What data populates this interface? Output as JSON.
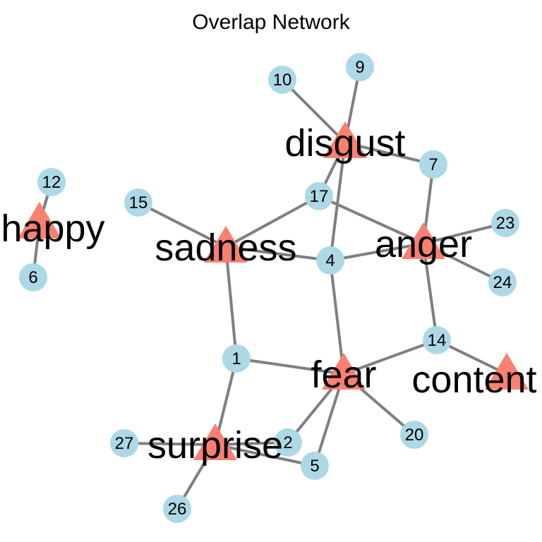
{
  "title": "Overlap Network",
  "colors": {
    "background": "#ffffff",
    "edge": "#7f7f7f",
    "emotion_node": "#fa8072",
    "number_node": "#add8e6",
    "label": "#000000"
  },
  "emotion_nodes": [
    {
      "id": "happy",
      "label": "happy"
    },
    {
      "id": "disgust",
      "label": "disgust"
    },
    {
      "id": "sadness",
      "label": "sadness"
    },
    {
      "id": "anger",
      "label": "anger"
    },
    {
      "id": "fear",
      "label": "fear"
    },
    {
      "id": "content",
      "label": "content"
    },
    {
      "id": "surprise",
      "label": "surprise"
    }
  ],
  "number_nodes": [
    {
      "id": "1",
      "label": "1"
    },
    {
      "id": "2",
      "label": "2"
    },
    {
      "id": "4",
      "label": "4"
    },
    {
      "id": "5",
      "label": "5"
    },
    {
      "id": "6",
      "label": "6"
    },
    {
      "id": "7",
      "label": "7"
    },
    {
      "id": "9",
      "label": "9"
    },
    {
      "id": "10",
      "label": "10"
    },
    {
      "id": "12",
      "label": "12"
    },
    {
      "id": "14",
      "label": "14"
    },
    {
      "id": "15",
      "label": "15"
    },
    {
      "id": "17",
      "label": "17"
    },
    {
      "id": "20",
      "label": "20"
    },
    {
      "id": "23",
      "label": "23"
    },
    {
      "id": "24",
      "label": "24"
    },
    {
      "id": "26",
      "label": "26"
    },
    {
      "id": "27",
      "label": "27"
    }
  ],
  "edges": [
    [
      "happy",
      "12"
    ],
    [
      "happy",
      "6"
    ],
    [
      "disgust",
      "10"
    ],
    [
      "disgust",
      "9"
    ],
    [
      "disgust",
      "7"
    ],
    [
      "disgust",
      "17"
    ],
    [
      "disgust",
      "4"
    ],
    [
      "sadness",
      "15"
    ],
    [
      "sadness",
      "17"
    ],
    [
      "sadness",
      "4"
    ],
    [
      "sadness",
      "1"
    ],
    [
      "anger",
      "7"
    ],
    [
      "anger",
      "17"
    ],
    [
      "anger",
      "4"
    ],
    [
      "anger",
      "23"
    ],
    [
      "anger",
      "24"
    ],
    [
      "anger",
      "14"
    ],
    [
      "fear",
      "4"
    ],
    [
      "fear",
      "1"
    ],
    [
      "fear",
      "14"
    ],
    [
      "fear",
      "2"
    ],
    [
      "fear",
      "5"
    ],
    [
      "fear",
      "20"
    ],
    [
      "content",
      "14"
    ],
    [
      "surprise",
      "1"
    ],
    [
      "surprise",
      "27"
    ],
    [
      "surprise",
      "2"
    ],
    [
      "surprise",
      "5"
    ],
    [
      "surprise",
      "26"
    ]
  ]
}
